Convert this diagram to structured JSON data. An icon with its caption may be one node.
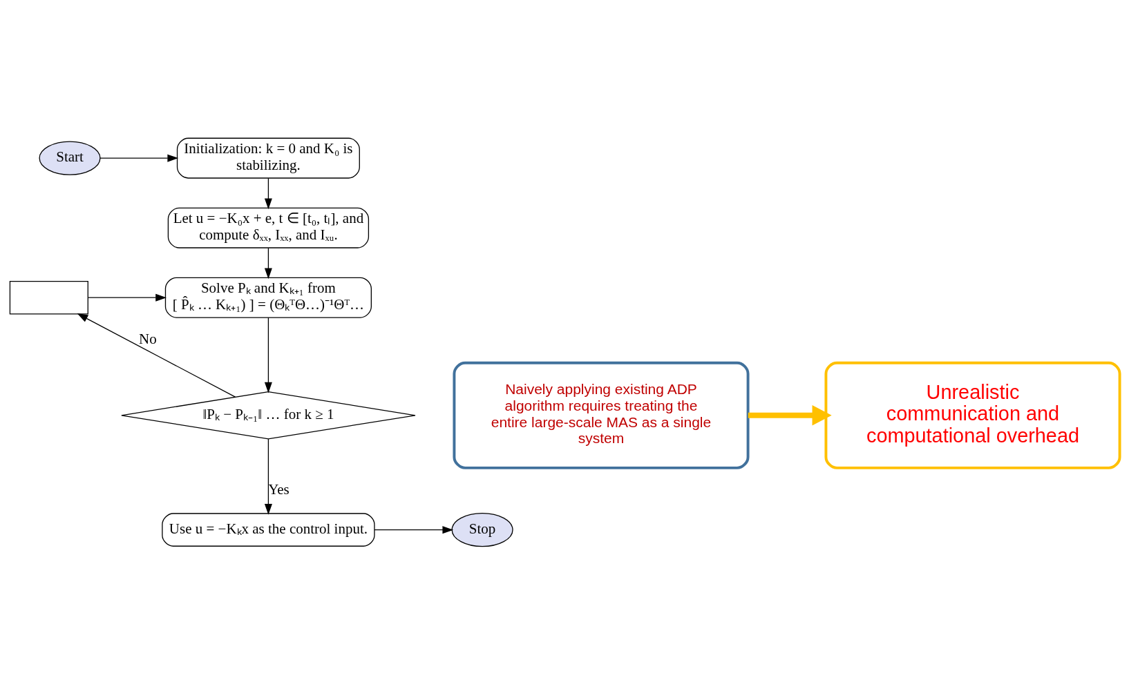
{
  "diagram": {
    "nodes": [
      {
        "text": [
          "Start"
        ]
      },
      {
        "text": [
          "Initialization: k = 0 and K₀ is stabilizing."
        ]
      },
      {
        "text": [
          "Let u = −K₀x + e, t ∈ [t₀, tₗ], and compute δₓₓ, Iₓₓ, and Iₓᵤ."
        ]
      },
      {
        "text": [
          "Solve Pₖ and Kₖ₊₁ from",
          "[ P̂ₖ … Kₖ₊₁) ] = (ΘₖᵀΘ…)⁻¹Θᵀ…"
        ]
      },
      {
        "text": [
          "‖Pₖ − Pₖ₋₁‖ … for k ≥ 1"
        ]
      },
      {
        "text": [
          "Use u = −Kₖx as the control input."
        ]
      },
      {
        "text": [
          "Stop"
        ]
      },
      {
        "text": [],
        "shape": "box"
      },
      {
        "text": [
          "Naively applying existing ADP algorithm requires treating the entire large-scale MAS as a single system"
        ]
      },
      {
        "text": [
          "Unrealistic communication and computational overhead"
        ]
      }
    ],
    "edges": [
      {
        "from": 0,
        "to": 1,
        "arrow": "to"
      },
      {
        "from": 1,
        "to": 2,
        "arrow": "to"
      },
      {
        "from": 2,
        "to": 3,
        "arrow": "to"
      },
      {
        "from": 3,
        "to": 4,
        "arrow": "to"
      },
      {
        "from": 4,
        "to": 5,
        "arrow": "to",
        "label": "Yes"
      },
      {
        "from": 5,
        "to": 6,
        "arrow": "to"
      },
      {
        "from": 4,
        "to": 7,
        "arrow": "to",
        "label": "No"
      },
      {
        "from": 7,
        "to": 3,
        "arrow": "to"
      },
      {
        "from": 8,
        "to": 9,
        "arrow": "to",
        "style": "thick",
        "color": "#ffc000"
      }
    ]
  }
}
